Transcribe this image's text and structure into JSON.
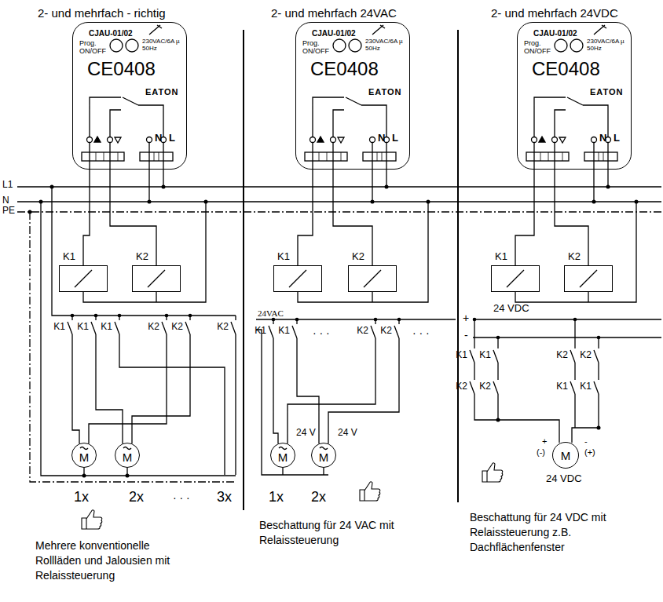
{
  "diagram": {
    "nodes": [
      {
        "text": [
          "CJAU-01/02",
          "Prog. ON/OFF",
          "230VAC/6A µ 50Hz",
          "CE0408",
          "EATON",
          "N",
          "L"
        ]
      },
      {
        "text": [
          "K1"
        ]
      },
      {
        "text": [
          "K2"
        ]
      },
      {
        "text": [
          "M"
        ]
      },
      {
        "text": [
          "M"
        ]
      },
      {
        "text": [
          "CJAU-01/02",
          "Prog. ON/OFF",
          "230VAC/6A µ 50Hz",
          "CE0408",
          "EATON",
          "N",
          "L"
        ]
      },
      {
        "text": [
          "K1"
        ]
      },
      {
        "text": [
          "K2"
        ]
      },
      {
        "text": [
          "M"
        ]
      },
      {
        "text": [
          "M"
        ]
      },
      {
        "text": [
          "CJAU-01/02",
          "Prog. ON/OFF",
          "230VAC/6A µ 50Hz",
          "CE0408",
          "EATON",
          "N",
          "L"
        ]
      },
      {
        "text": [
          "K1"
        ]
      },
      {
        "text": [
          "K2"
        ]
      },
      {
        "text": [
          "M"
        ]
      }
    ],
    "edges": [
      {
        "from": 0,
        "to": 1,
        "arrow": "none"
      },
      {
        "from": 0,
        "to": 2,
        "arrow": "none"
      },
      {
        "from": 5,
        "to": 6,
        "arrow": "none"
      },
      {
        "from": 5,
        "to": 7,
        "arrow": "none"
      },
      {
        "from": 10,
        "to": 11,
        "arrow": "none"
      },
      {
        "from": 10,
        "to": 12,
        "arrow": "none"
      }
    ],
    "labels": [
      "2- und mehrfach - richtig",
      "2- und mehrfach 24VAC",
      "2- und mehrfach 24VDC",
      "L1",
      "N",
      "PE",
      "K1",
      "K1",
      "K1",
      "K2",
      "K2",
      "K2",
      "1x",
      "2x",
      "· · ·",
      "3x",
      "Mehrere konventionelle Rollläden und Jalousien mit Relaissteuerung",
      "24VAC",
      "K1",
      "K1",
      "· · ·",
      "K2",
      "K2",
      "· · ·",
      "24 V",
      "24 V",
      "1x",
      "2x",
      "Beschattung für 24 VAC mit Relaissteuerung",
      "+",
      "24 VDC",
      "-",
      "K1",
      "K1",
      "K2",
      "K2",
      "K2",
      "K2",
      "K1",
      "K1",
      "+",
      "(-)",
      "-",
      "(+)",
      "24 VDC",
      "Beschattung für 24 VDC mit Relaissteuerung z.B. Dachflächenfenster"
    ]
  }
}
